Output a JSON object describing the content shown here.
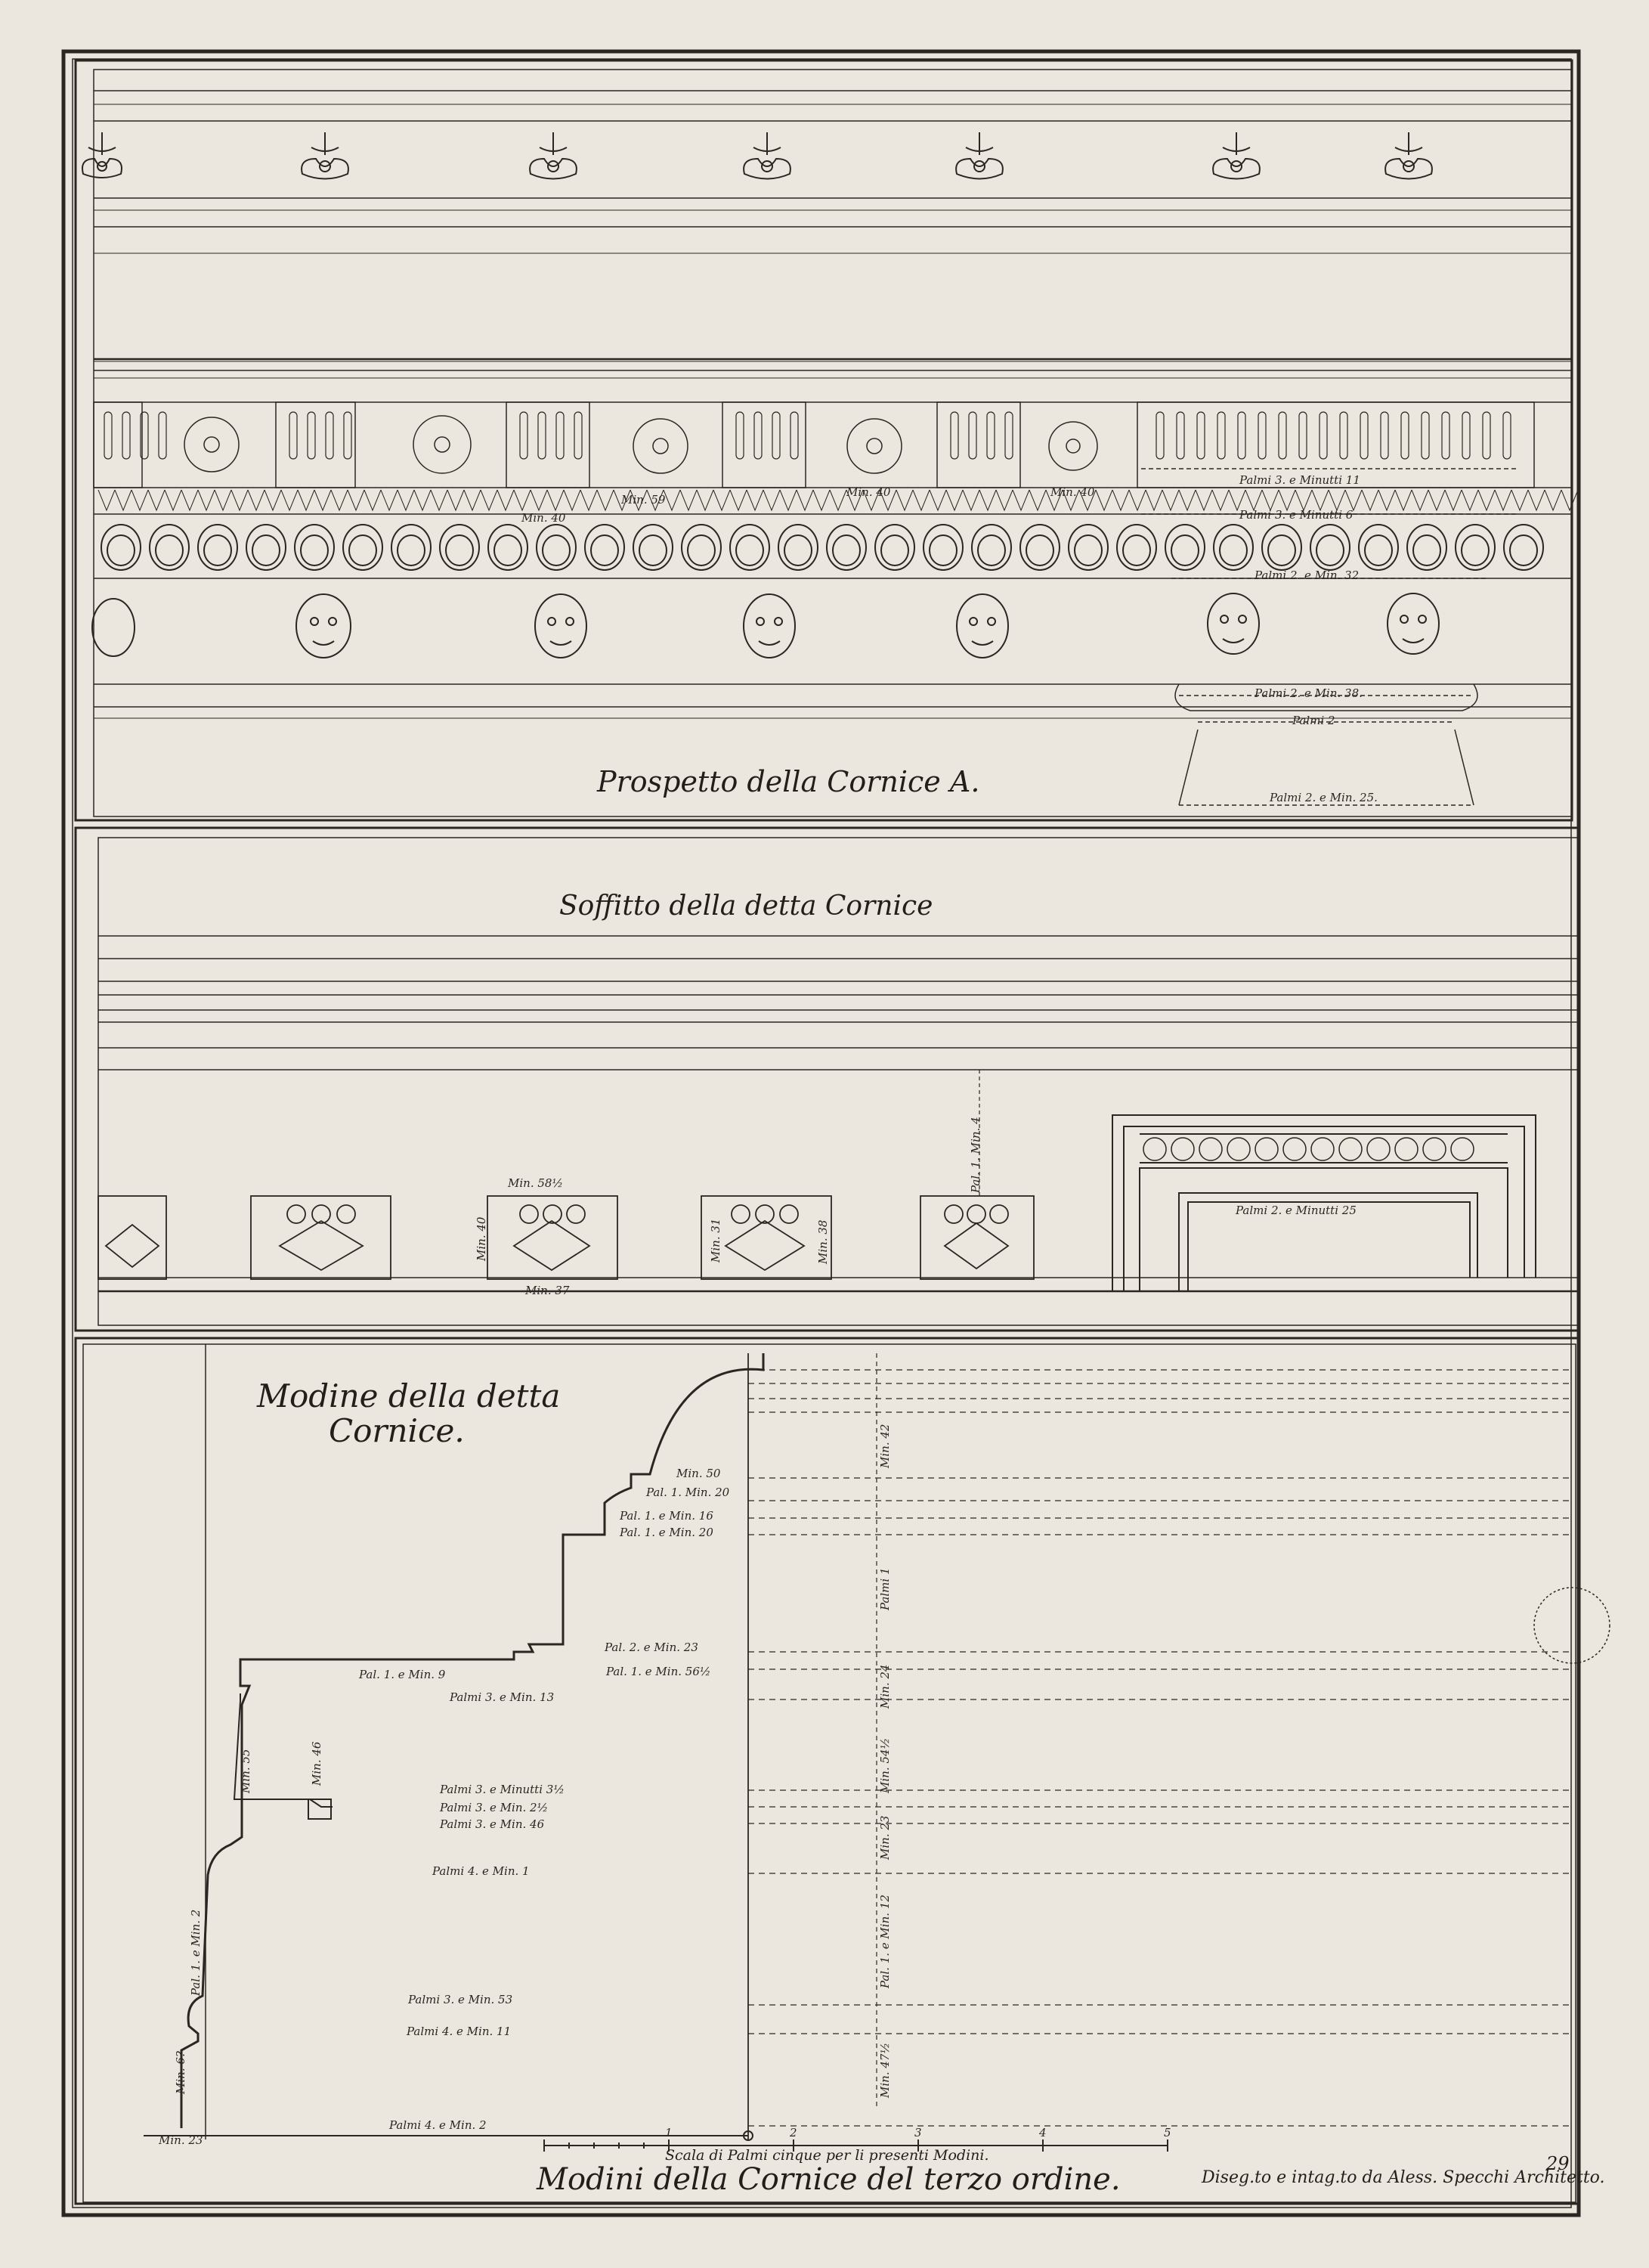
{
  "panels": {
    "elevation": {
      "title": "Prospetto della Cornice A.",
      "dims": {
        "palmi3_min11": "Palmi 3. e Minutti 11",
        "palmi3_min6": "Palmi 3. e Minutti 6",
        "palmi2_min32": "Palmi 2. e Min. 32",
        "palmi2_min38": "Palmi 2. e Min. 38.",
        "palmi2": "Palmi 2",
        "palmi2_min25": "Palmi 2. e Min. 25.",
        "min40a": "Min. 40",
        "min59": "Min. 59",
        "min40b": "Min. 40",
        "min40c": "Min. 40"
      }
    },
    "soffit": {
      "title": "Soffitto della detta Cornice",
      "dims": {
        "min58": "Min. 58½",
        "min37": "Min. 37",
        "min40": "Min. 40",
        "min31": "Min. 31",
        "min38": "Min. 38",
        "pal1_min4": "Pal. 1. Min. 4",
        "palmi2_min25": "Palmi 2. e Minutti 25"
      }
    },
    "profile": {
      "title_line1": "Modine della detta",
      "title_line2": "Cornice.",
      "dims": {
        "min50": "Min. 50",
        "pal1_min20": "Pal. 1. Min. 20",
        "pal1_min16": "Pal. 1. e Min. 16",
        "pal1_min20b": "Pal. 1. e Min. 20",
        "pal2_min23": "Pal. 2. e Min. 23",
        "pal1_min9": "Pal. 1. e Min. 9",
        "pal1_min56": "Pal. 1. e Min. 56½",
        "palmi3_min13": "Palmi 3. e Min. 13",
        "palmi3_min3": "Palmi 3. e Minutti 3½",
        "palmi3_min2": "Palmi 3. e Min. 2½",
        "palmi3_min46": "Palmi 3. e Min. 46",
        "palmi4_min1": "Palmi 4. e Min. 1",
        "palmi3_min53": "Palmi 3. e Min. 53",
        "palmi4_min11": "Palmi 4. e Min. 11",
        "palmi4_min2": "Palmi 4. e Min. 2",
        "min23": "Min. 23",
        "min42": "Min. 42",
        "min24": "Min. 24",
        "min54": "Min. 54½",
        "min23b": "Min. 23",
        "pal1_min12": "Pal. 1. e Min. 12",
        "min47": "Min. 47½",
        "palmi1": "Palmi 1",
        "min55": "Min. 55",
        "min46": "Min. 46",
        "pal1_min2": "Pal. 1. e Min. 2",
        "min67": "Min. 6?"
      },
      "scale_text": "Scala di Palmi cinque per li presenti Modini.",
      "scale_ticks": [
        "1",
        "2",
        "3",
        "4",
        "5"
      ]
    }
  },
  "footer": {
    "main_title": "Modini della Cornice del terzo ordine.",
    "credit": "Diseg.to e intag.to da Aless. Specchi Architetto.",
    "page_number": "29"
  }
}
